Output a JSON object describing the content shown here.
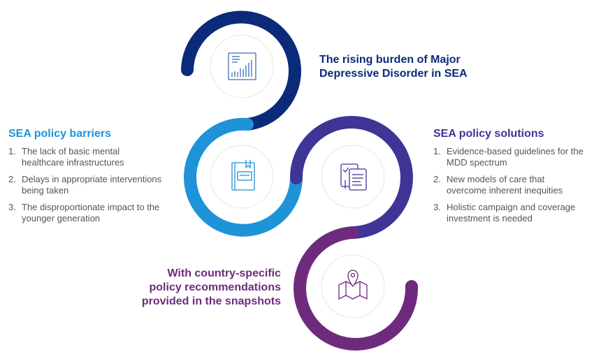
{
  "top": {
    "heading": [
      "The rising burden of Major",
      "Depressive Disorder in SEA"
    ],
    "icon": "bar-chart-document-icon"
  },
  "left": {
    "heading": "SEA policy barriers",
    "items": [
      {
        "num": "1.",
        "lines": [
          "The lack of basic mental",
          "healthcare infrastructures"
        ]
      },
      {
        "num": "2.",
        "lines": [
          "Delays in appropriate interventions",
          "being taken"
        ]
      },
      {
        "num": "3.",
        "lines": [
          "The disproportionate impact to the",
          "younger generation"
        ]
      }
    ],
    "icon": "book-icon"
  },
  "right": {
    "heading": "SEA policy solutions",
    "items": [
      {
        "num": "1.",
        "lines": [
          "Evidence-based guidelines for the",
          "MDD spectrum"
        ]
      },
      {
        "num": "2.",
        "lines": [
          "New models of care that",
          "overcome inherent inequities"
        ]
      },
      {
        "num": "3.",
        "lines": [
          "Holistic campaign and coverage",
          "investment is needed"
        ]
      }
    ],
    "icon": "checklist-document-icon"
  },
  "bottom": {
    "heading": [
      "With country-specific",
      "policy recommendations",
      "provided in the snapshots"
    ],
    "icon": "map-pin-icon"
  },
  "colors": {
    "navy": "#0b2a7a",
    "light_blue": "#1e93d8",
    "indigo": "#3e3596",
    "purple": "#6e2b7e",
    "body_text": "#555555"
  }
}
